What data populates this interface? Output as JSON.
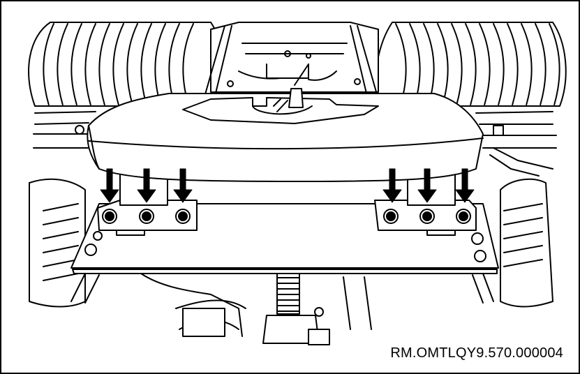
{
  "figure": {
    "reference_code": "RM.OMTLQY9.570.000004",
    "subject": "fifth-wheel-coupling-mounting",
    "callouts": {
      "fastener_arrows": {
        "count": 6,
        "meaning": "mounting-nut-locations",
        "direction": "down"
      },
      "left_group_bolts": 3,
      "right_group_bolts": 3
    },
    "colors": {
      "line": "#000000",
      "fill": "#ffffff",
      "arrow": "#000000"
    }
  }
}
